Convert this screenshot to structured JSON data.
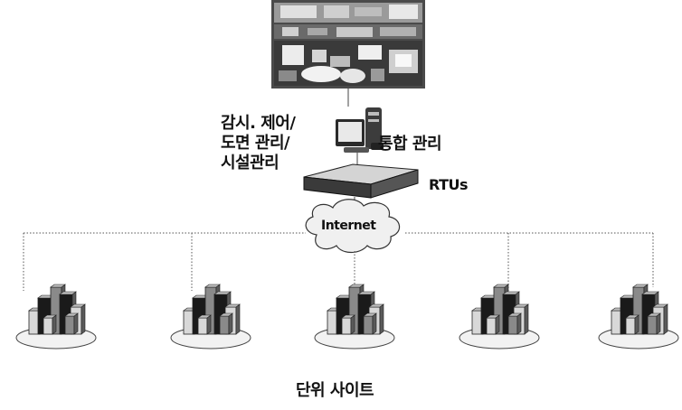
{
  "labels": {
    "operations_line1": "감시. 제어/",
    "operations_line2": "도면 관리/",
    "operations_line3": "시설관리",
    "integrated_management": "통합 관리",
    "rtus": "RTUs",
    "internet": "Internet",
    "unit_site": "단위 사이트"
  },
  "sites": [
    "site-1",
    "site-2",
    "site-3",
    "site-4",
    "site-5"
  ],
  "colors": {
    "line": "#555555",
    "cloud_fill": "#f2f2f2",
    "building_dark": "#1a1a1a",
    "building_mid": "#8a8a8a",
    "building_light": "#d8d8d8"
  }
}
